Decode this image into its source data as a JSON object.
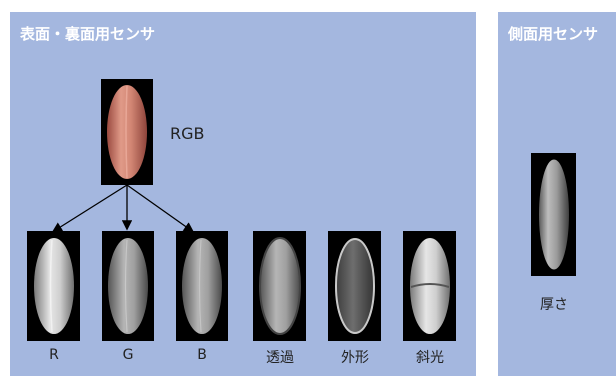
{
  "front_panel": {
    "title": "表面・裏面用センサ",
    "rgb_label": "RGB",
    "channels": [
      {
        "key": "r",
        "label": "R"
      },
      {
        "key": "g",
        "label": "G"
      },
      {
        "key": "b",
        "label": "B"
      },
      {
        "key": "transmission",
        "label": "透過"
      },
      {
        "key": "outline",
        "label": "外形"
      },
      {
        "key": "oblique",
        "label": "斜光"
      }
    ]
  },
  "side_panel": {
    "title": "側面用センサ",
    "thickness_label": "厚さ"
  },
  "colors": {
    "panel_background": "#a4b7df",
    "title_text": "#ffffff",
    "rgb_grain": "#d98a7a"
  }
}
